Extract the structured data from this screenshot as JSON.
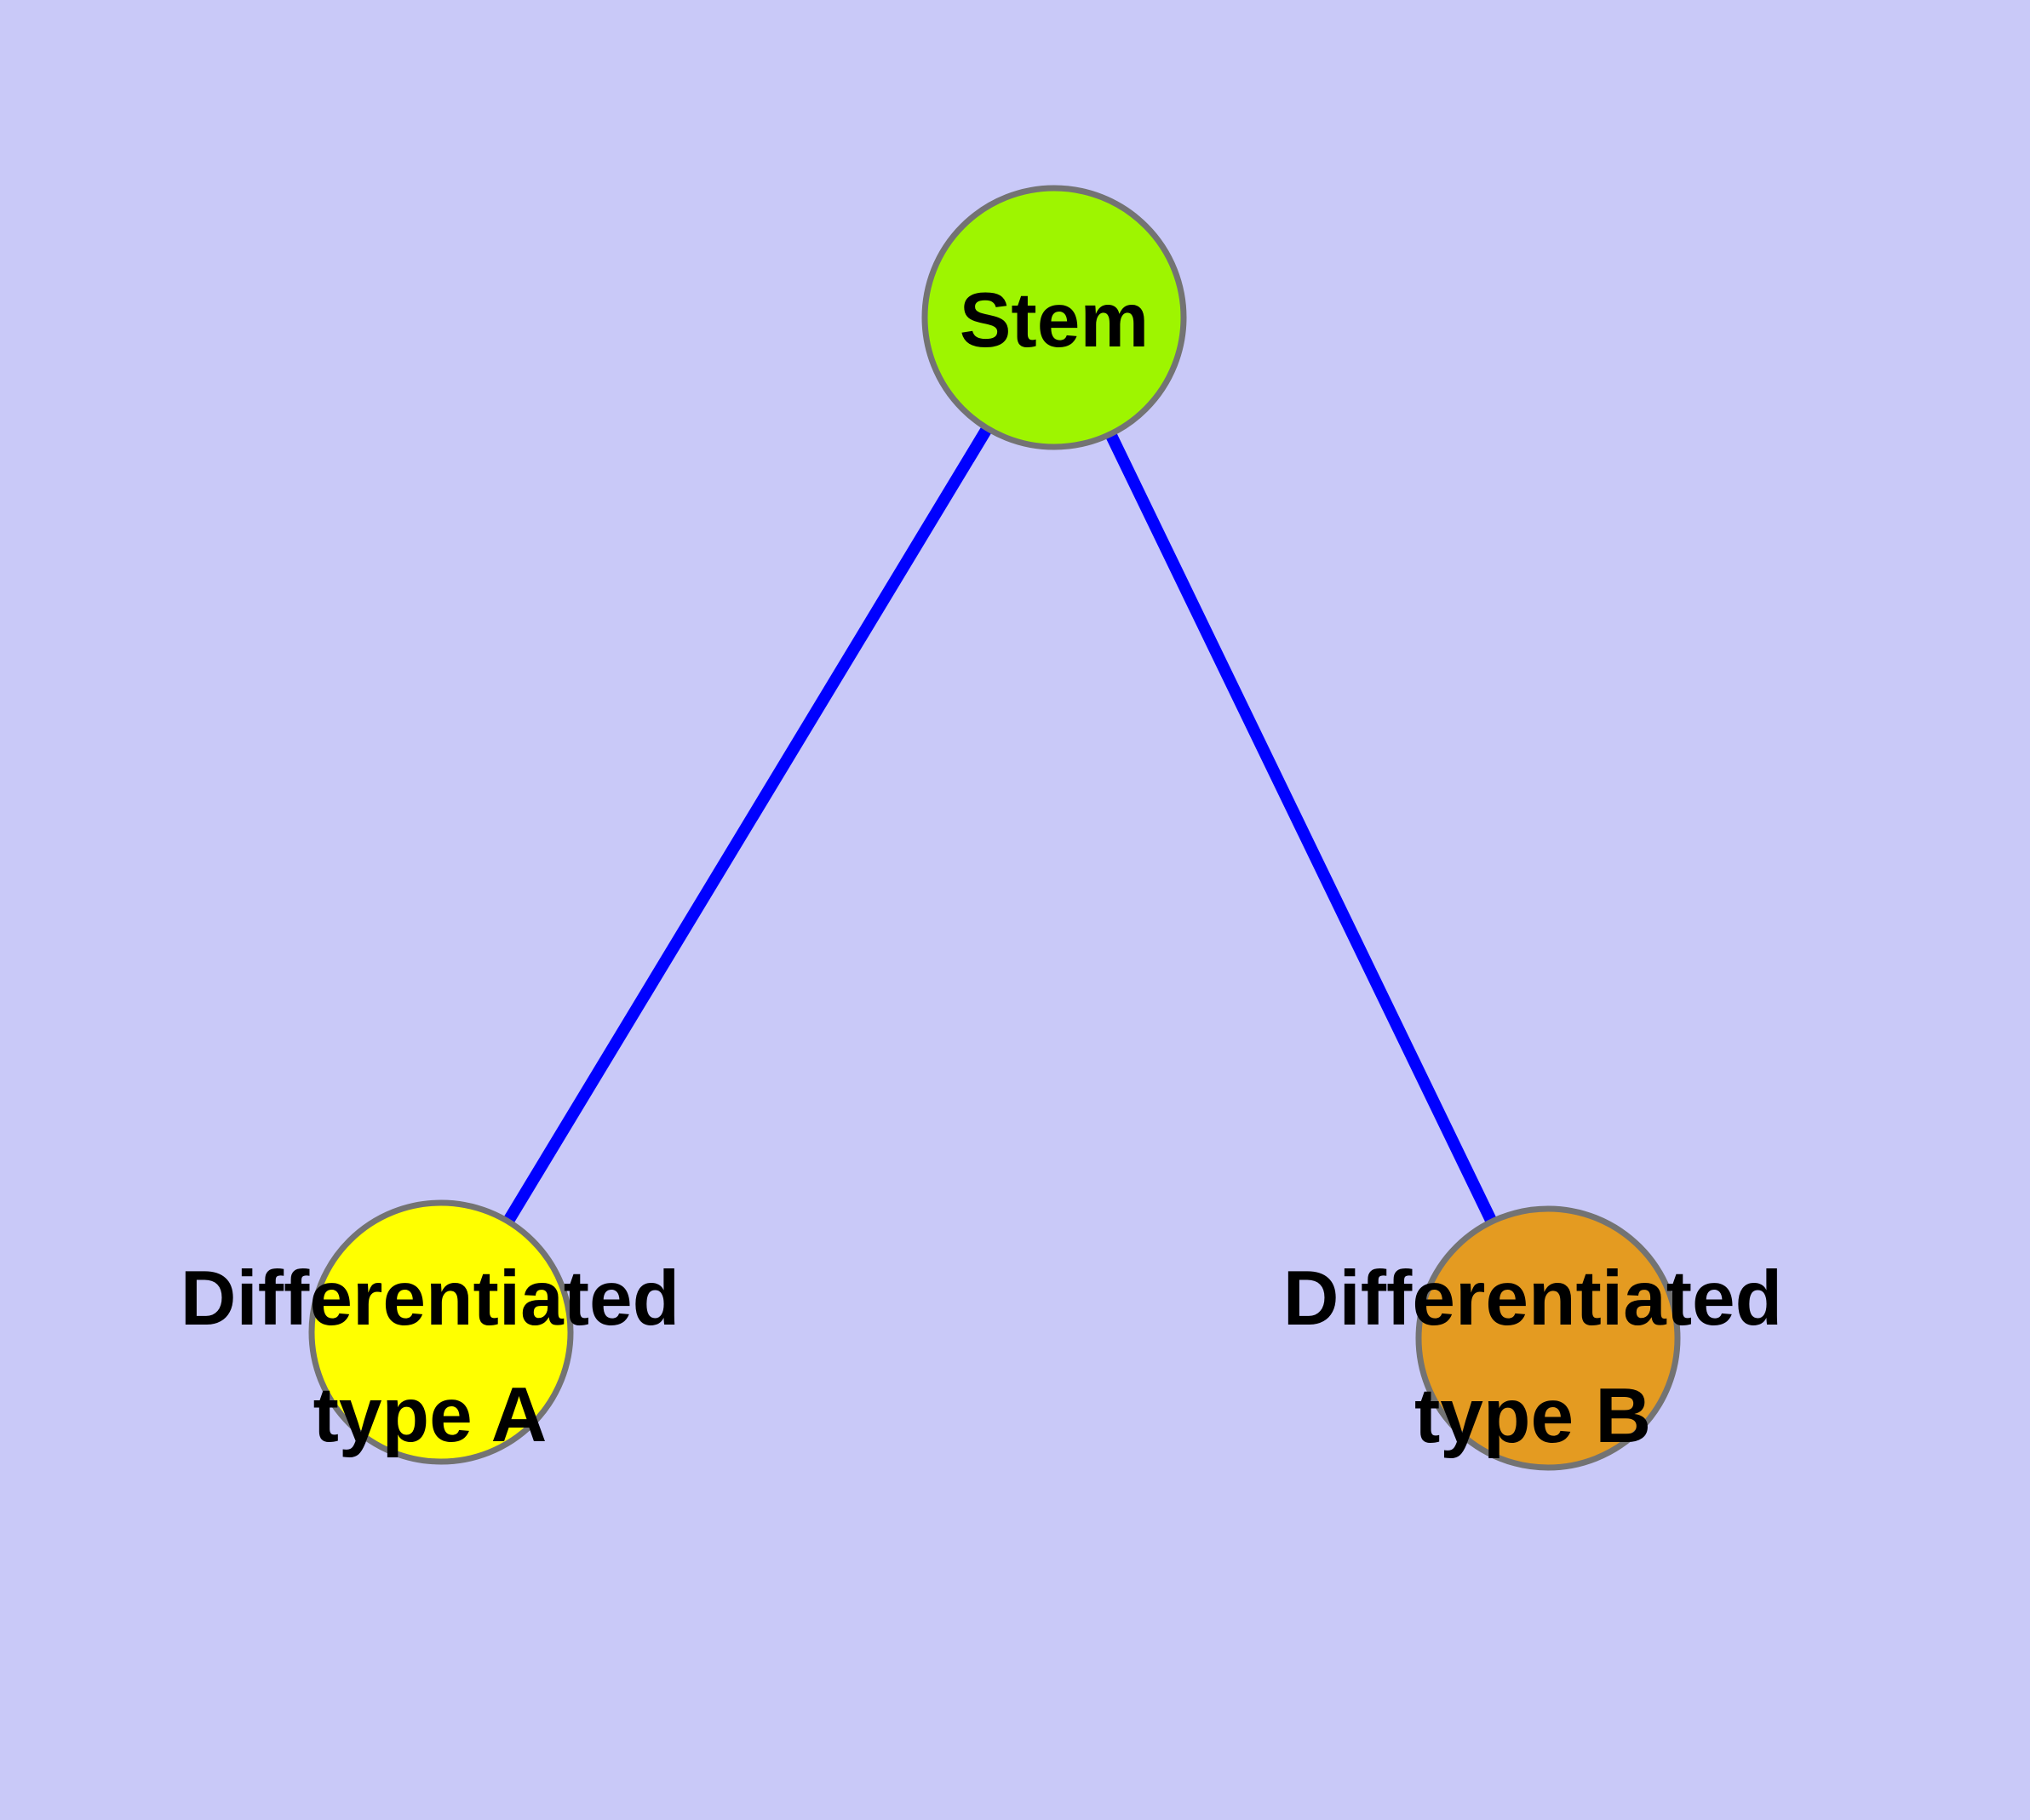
{
  "canvas": {
    "background_color": "#C9C9F8"
  },
  "graph": {
    "edge_color": "#0000FF",
    "node_border_color": "#737373",
    "label_color": "#000000",
    "nodes": [
      {
        "id": "stem",
        "label": "Stem",
        "fill": "#9EF500",
        "lines": [
          "Stem"
        ]
      },
      {
        "id": "differentiated-type-a",
        "label": "Differentiated type A",
        "fill": "#FFFF00",
        "lines": [
          "Differentiated",
          "type A"
        ]
      },
      {
        "id": "differentiated-type-b",
        "label": "Differentiated type B",
        "fill": "#E49B21",
        "lines": [
          "Differentiated",
          "type B"
        ]
      }
    ],
    "edges": [
      {
        "from": "Stem",
        "to": "Differentiated type A"
      },
      {
        "from": "Stem",
        "to": "Differentiated type B"
      }
    ]
  }
}
